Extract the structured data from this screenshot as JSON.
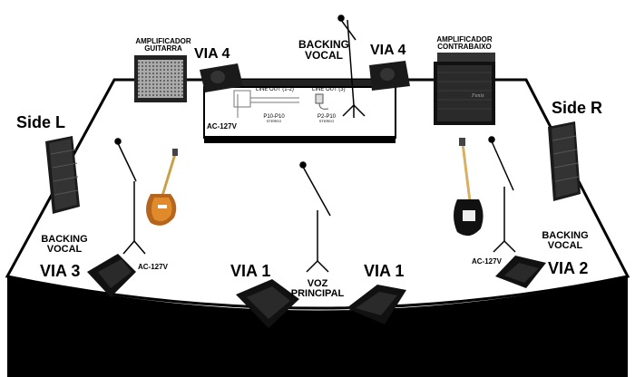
{
  "amp_guitar": {
    "line1": "AMPLIFICADOR",
    "line2": "GUITARRA"
  },
  "amp_bass": {
    "line1": "AMPLIFICADOR",
    "line2": "CONTRABAIXO"
  },
  "backing_vocal_top": {
    "line1": "BACKING",
    "line2": "VOCAL"
  },
  "backing_vocal_left": {
    "line1": "BACKING",
    "line2": "VOCAL"
  },
  "backing_vocal_right": {
    "line1": "BACKING",
    "line2": "VOCAL"
  },
  "via4_left": "VIA 4",
  "via4_right": "VIA 4",
  "via3": "VIA 3",
  "via1_left": "VIA 1",
  "via1_right": "VIA 1",
  "via2": "VIA 2",
  "side_l": "Side L",
  "side_r": "Side R",
  "voz_principal": {
    "line1": "VOZ",
    "line2": "PRINCIPAL"
  },
  "riser": {
    "ac": "AC-127V",
    "line_out_12": "LINE OUT (1-2)",
    "line_out_3": "LINE OUT (3)",
    "p10": "P10-P10",
    "p10_sub": "STEREO",
    "p2": "P2-P10",
    "p2_sub": "STEREO"
  },
  "ac_left": "AC-127V",
  "ac_right": "AC-127V",
  "bass_amp_brand": "Fenix"
}
